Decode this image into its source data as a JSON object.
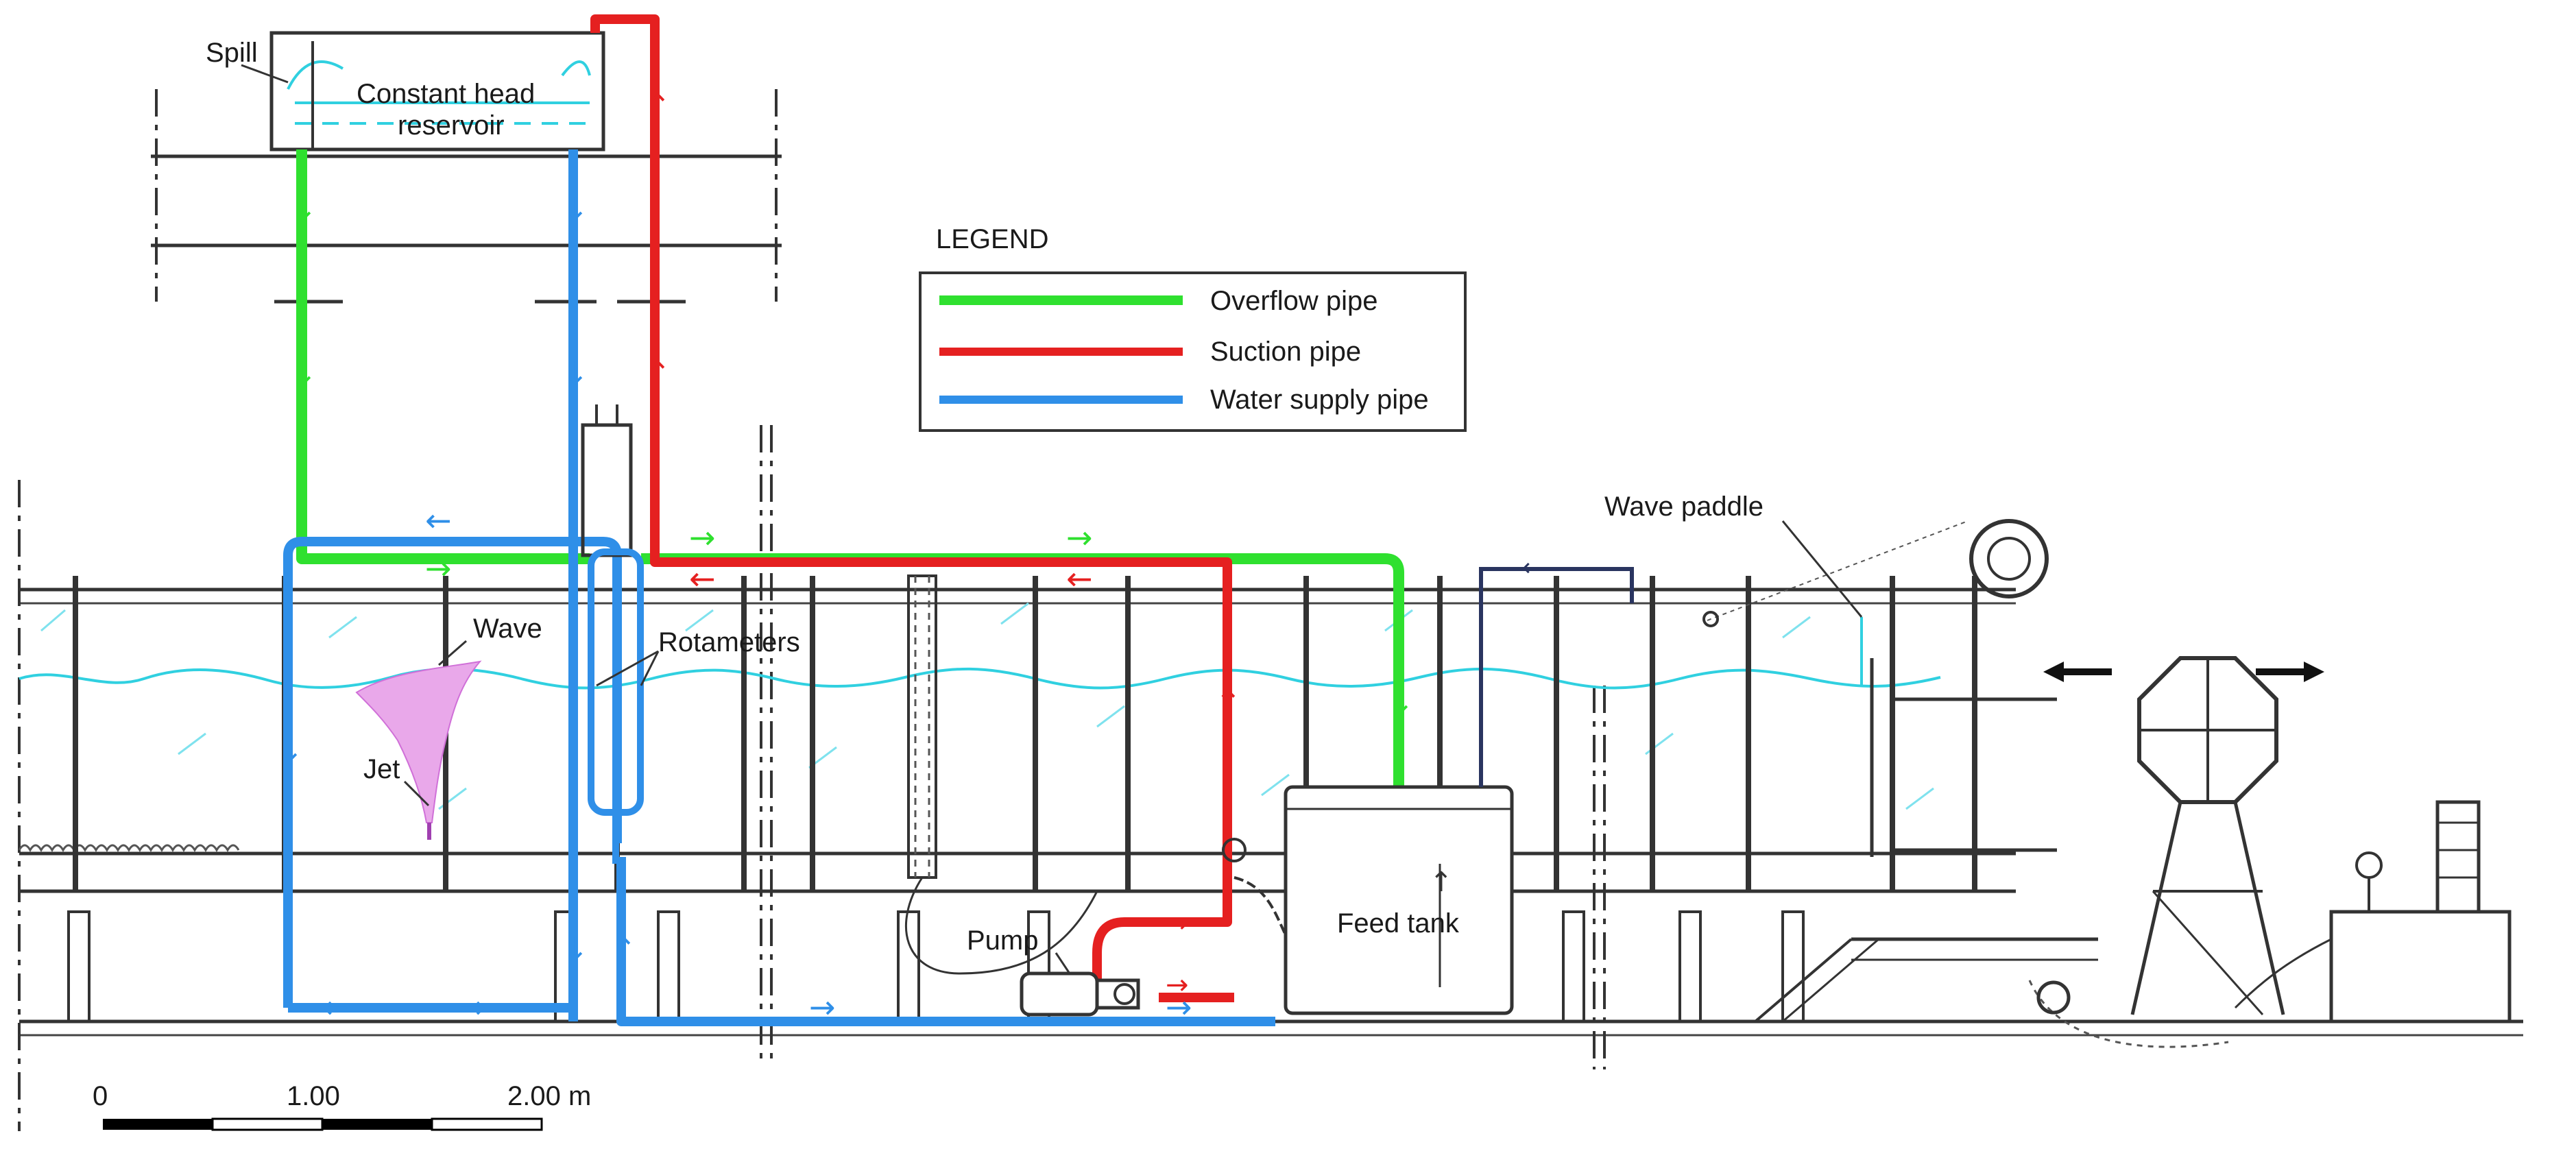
{
  "labels": {
    "spill": "Spill",
    "reservoir_line1": "Constant head",
    "reservoir_line2": "reservoir",
    "wave": "Wave",
    "rotameters": "Rotameters",
    "jet": "Jet",
    "pump": "Pump",
    "feed_tank": "Feed tank",
    "wave_paddle": "Wave paddle"
  },
  "legend": {
    "title": "LEGEND",
    "items": [
      {
        "label": "Overflow pipe",
        "color": "#2fe02f"
      },
      {
        "label": "Suction pipe",
        "color": "#e52020"
      },
      {
        "label": "Water supply pipe",
        "color": "#2f8fe8"
      }
    ]
  },
  "scale": {
    "ticks": [
      "0",
      "1.00",
      "2.00 m"
    ]
  },
  "colors": {
    "overflow": "#2fe02f",
    "suction": "#e52020",
    "supply": "#2f8fe8",
    "water": "#30d0e0",
    "jet_plume": "#e070e0"
  }
}
